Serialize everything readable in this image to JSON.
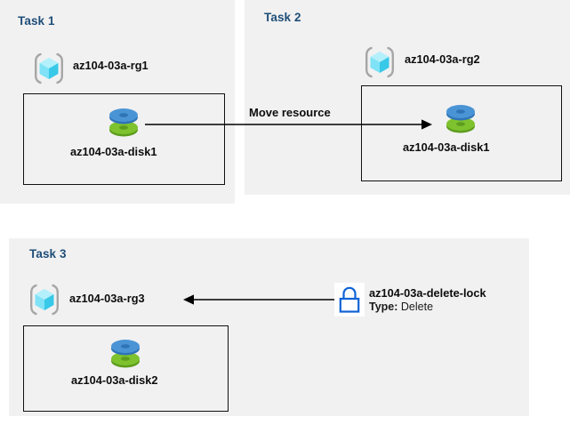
{
  "diagram": {
    "title": "Azure resource group tasks diagram",
    "colors": {
      "panel_background": "#f1f1f1",
      "page_background": "#ffffff",
      "heading": "#1f4e79",
      "box_border": "#111111",
      "arrow": "#000000",
      "disk_blue": "#3f8fd4",
      "disk_green": "#77b82a",
      "rg_cube_cyan": "#64dcf5",
      "rg_bracket_gray": "#a6a6a6",
      "lock_blue": "#0f62d6"
    }
  },
  "tasks": [
    {
      "id": "task1",
      "heading": "Task 1",
      "resource_group": {
        "icon": "resource-group-icon",
        "label": "az104-03a-rg1"
      },
      "resources": [
        {
          "icon": "disk-icon",
          "label": "az104-03a-disk1"
        }
      ]
    },
    {
      "id": "task2",
      "heading": "Task 2",
      "resource_group": {
        "icon": "resource-group-icon",
        "label": "az104-03a-rg2"
      },
      "resources": [
        {
          "icon": "disk-icon",
          "label": "az104-03a-disk1"
        }
      ]
    },
    {
      "id": "task3",
      "heading": "Task 3",
      "resource_group": {
        "icon": "resource-group-icon",
        "label": "az104-03a-rg3"
      },
      "resources": [
        {
          "icon": "disk-icon",
          "label": "az104-03a-disk2"
        }
      ],
      "lock": {
        "icon": "lock-icon",
        "label": "az104-03a-delete-lock",
        "type_label": "Type:",
        "type_value": "Delete"
      }
    }
  ],
  "connectors": [
    {
      "id": "move-resource-arrow",
      "caption": "Move resource",
      "direction": "right",
      "from": "az104-03a-disk1 (Task 1)",
      "to": "az104-03a-disk1 (Task 2)"
    },
    {
      "id": "lock-applies-arrow",
      "caption": "",
      "direction": "left",
      "from": "az104-03a-delete-lock",
      "to": "az104-03a-rg3"
    }
  ]
}
